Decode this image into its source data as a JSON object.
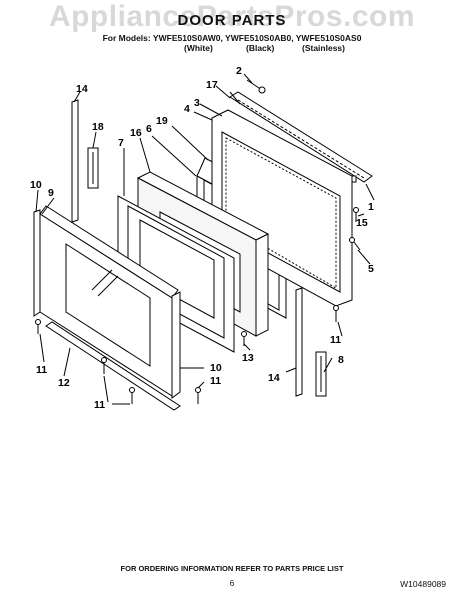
{
  "header": {
    "watermark": "AppliancePartsPros.com",
    "title": "DOOR PARTS",
    "models_line": "For Models: YWFE510S0AW0, YWFE510S0AB0, YWFE510S0AS0",
    "variants": [
      "(White)",
      "(Black)",
      "(Stainless)"
    ]
  },
  "callouts": [
    "1",
    "2",
    "3",
    "4",
    "5",
    "6",
    "7",
    "8",
    "9",
    "10",
    "11",
    "12",
    "13",
    "14",
    "15",
    "16",
    "17",
    "18",
    "19"
  ],
  "footer": {
    "ordering_note": "FOR ORDERING INFORMATION REFER TO PARTS PRICE LIST",
    "page_number": "6",
    "document_number": "W10489089"
  },
  "colors": {
    "line": "#000000",
    "watermark": "#d8d8d8",
    "panel_fill": "#f6f6f6"
  }
}
